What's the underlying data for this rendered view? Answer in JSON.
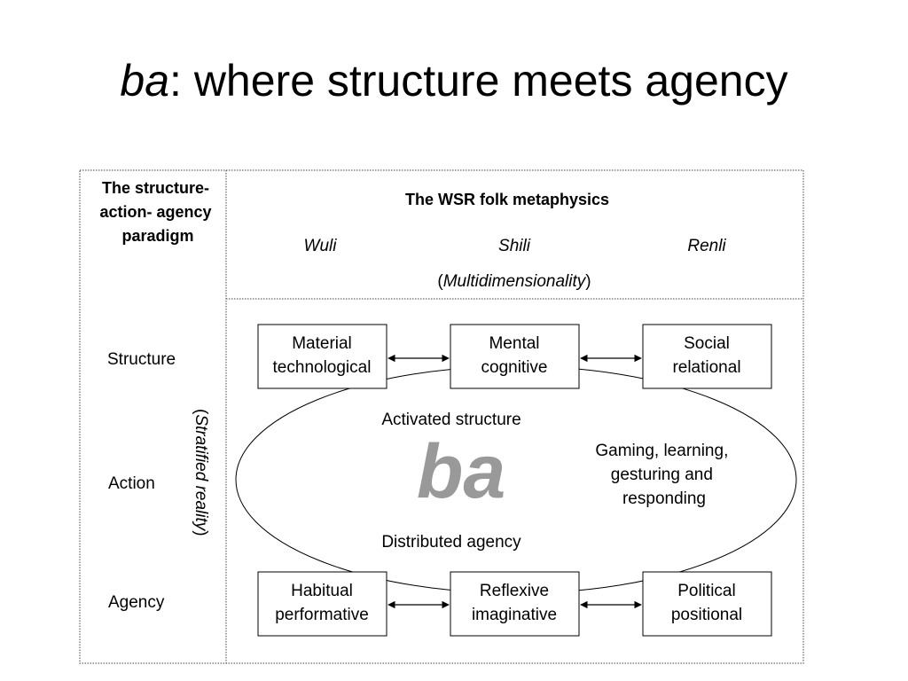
{
  "title": {
    "emph": "ba",
    "rest": ": where structure meets agency"
  },
  "left_header": [
    "The structure-",
    "action- agency",
    "paradigm"
  ],
  "rows": {
    "structure": "Structure",
    "action": "Action",
    "agency": "Agency"
  },
  "stratified": {
    "open": "(",
    "text": "Stratified reality",
    "close": ")"
  },
  "wsr": {
    "heading": "The WSR folk metaphysics",
    "wuli": "Wuli",
    "shili": "Shili",
    "renli": "Renli",
    "multi_open": "(",
    "multi_text": "Multidimensionality",
    "multi_close": ")"
  },
  "boxes_top": [
    {
      "line1": "Material",
      "line2": "technological"
    },
    {
      "line1": "Mental",
      "line2": "cognitive"
    },
    {
      "line1": "Social",
      "line2": "relational"
    }
  ],
  "boxes_bottom": [
    {
      "line1": "Habitual",
      "line2": "performative"
    },
    {
      "line1": "Reflexive",
      "line2": "imaginative"
    },
    {
      "line1": "Political",
      "line2": "positional"
    }
  ],
  "center": {
    "activated": "Activated structure",
    "ba": "ba",
    "distributed": "Distributed agency",
    "gaming": [
      "Gaming, learning,",
      "gesturing and",
      "responding"
    ]
  }
}
